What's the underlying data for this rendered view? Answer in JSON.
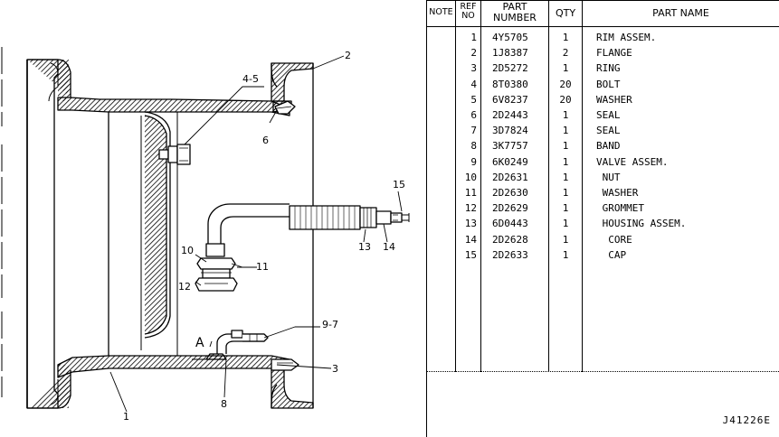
{
  "diagram": {
    "drawing_code": "J41226E",
    "callouts": [
      {
        "id": "c1",
        "text": "1"
      },
      {
        "id": "c2",
        "text": "2"
      },
      {
        "id": "c3",
        "text": "3"
      },
      {
        "id": "c45",
        "text": "4-5"
      },
      {
        "id": "c6",
        "text": "6"
      },
      {
        "id": "c8",
        "text": "8"
      },
      {
        "id": "c97",
        "text": "9-7"
      },
      {
        "id": "c10",
        "text": "10"
      },
      {
        "id": "c11",
        "text": "11"
      },
      {
        "id": "c12",
        "text": "12"
      },
      {
        "id": "c13",
        "text": "13"
      },
      {
        "id": "c14",
        "text": "14"
      },
      {
        "id": "c15",
        "text": "15"
      },
      {
        "id": "cA",
        "text": "A"
      }
    ]
  },
  "table": {
    "headers": {
      "note": "NOTE",
      "ref_no_1": "REF",
      "ref_no_2": "NO",
      "part_number_1": "PART",
      "part_number_2": "NUMBER",
      "qty": "QTY",
      "part_name": "PART NAME"
    },
    "rows": [
      {
        "ref": "1",
        "part_number": "4Y5705",
        "qty": "1",
        "name": "RIM ASSEM."
      },
      {
        "ref": "2",
        "part_number": "1J8387",
        "qty": "2",
        "name": "FLANGE"
      },
      {
        "ref": "3",
        "part_number": "2D5272",
        "qty": "1",
        "name": "RING"
      },
      {
        "ref": "4",
        "part_number": "8T0380",
        "qty": "20",
        "name": "BOLT"
      },
      {
        "ref": "5",
        "part_number": "6V8237",
        "qty": "20",
        "name": "WASHER"
      },
      {
        "ref": "6",
        "part_number": "2D2443",
        "qty": "1",
        "name": "SEAL"
      },
      {
        "ref": "7",
        "part_number": "3D7824",
        "qty": "1",
        "name": "SEAL"
      },
      {
        "ref": "8",
        "part_number": "3K7757",
        "qty": "1",
        "name": "BAND"
      },
      {
        "ref": "9",
        "part_number": "6K0249",
        "qty": "1",
        "name": "VALVE ASSEM."
      },
      {
        "ref": "10",
        "part_number": "2D2631",
        "qty": "1",
        "name": " NUT"
      },
      {
        "ref": "11",
        "part_number": "2D2630",
        "qty": "1",
        "name": " WASHER"
      },
      {
        "ref": "12",
        "part_number": "2D2629",
        "qty": "1",
        "name": " GROMMET"
      },
      {
        "ref": "13",
        "part_number": "6D0443",
        "qty": "1",
        "name": " HOUSING ASSEM."
      },
      {
        "ref": "14",
        "part_number": "2D2628",
        "qty": "1",
        "name": "  CORE"
      },
      {
        "ref": "15",
        "part_number": "2D2633",
        "qty": "1",
        "name": "  CAP"
      }
    ]
  }
}
